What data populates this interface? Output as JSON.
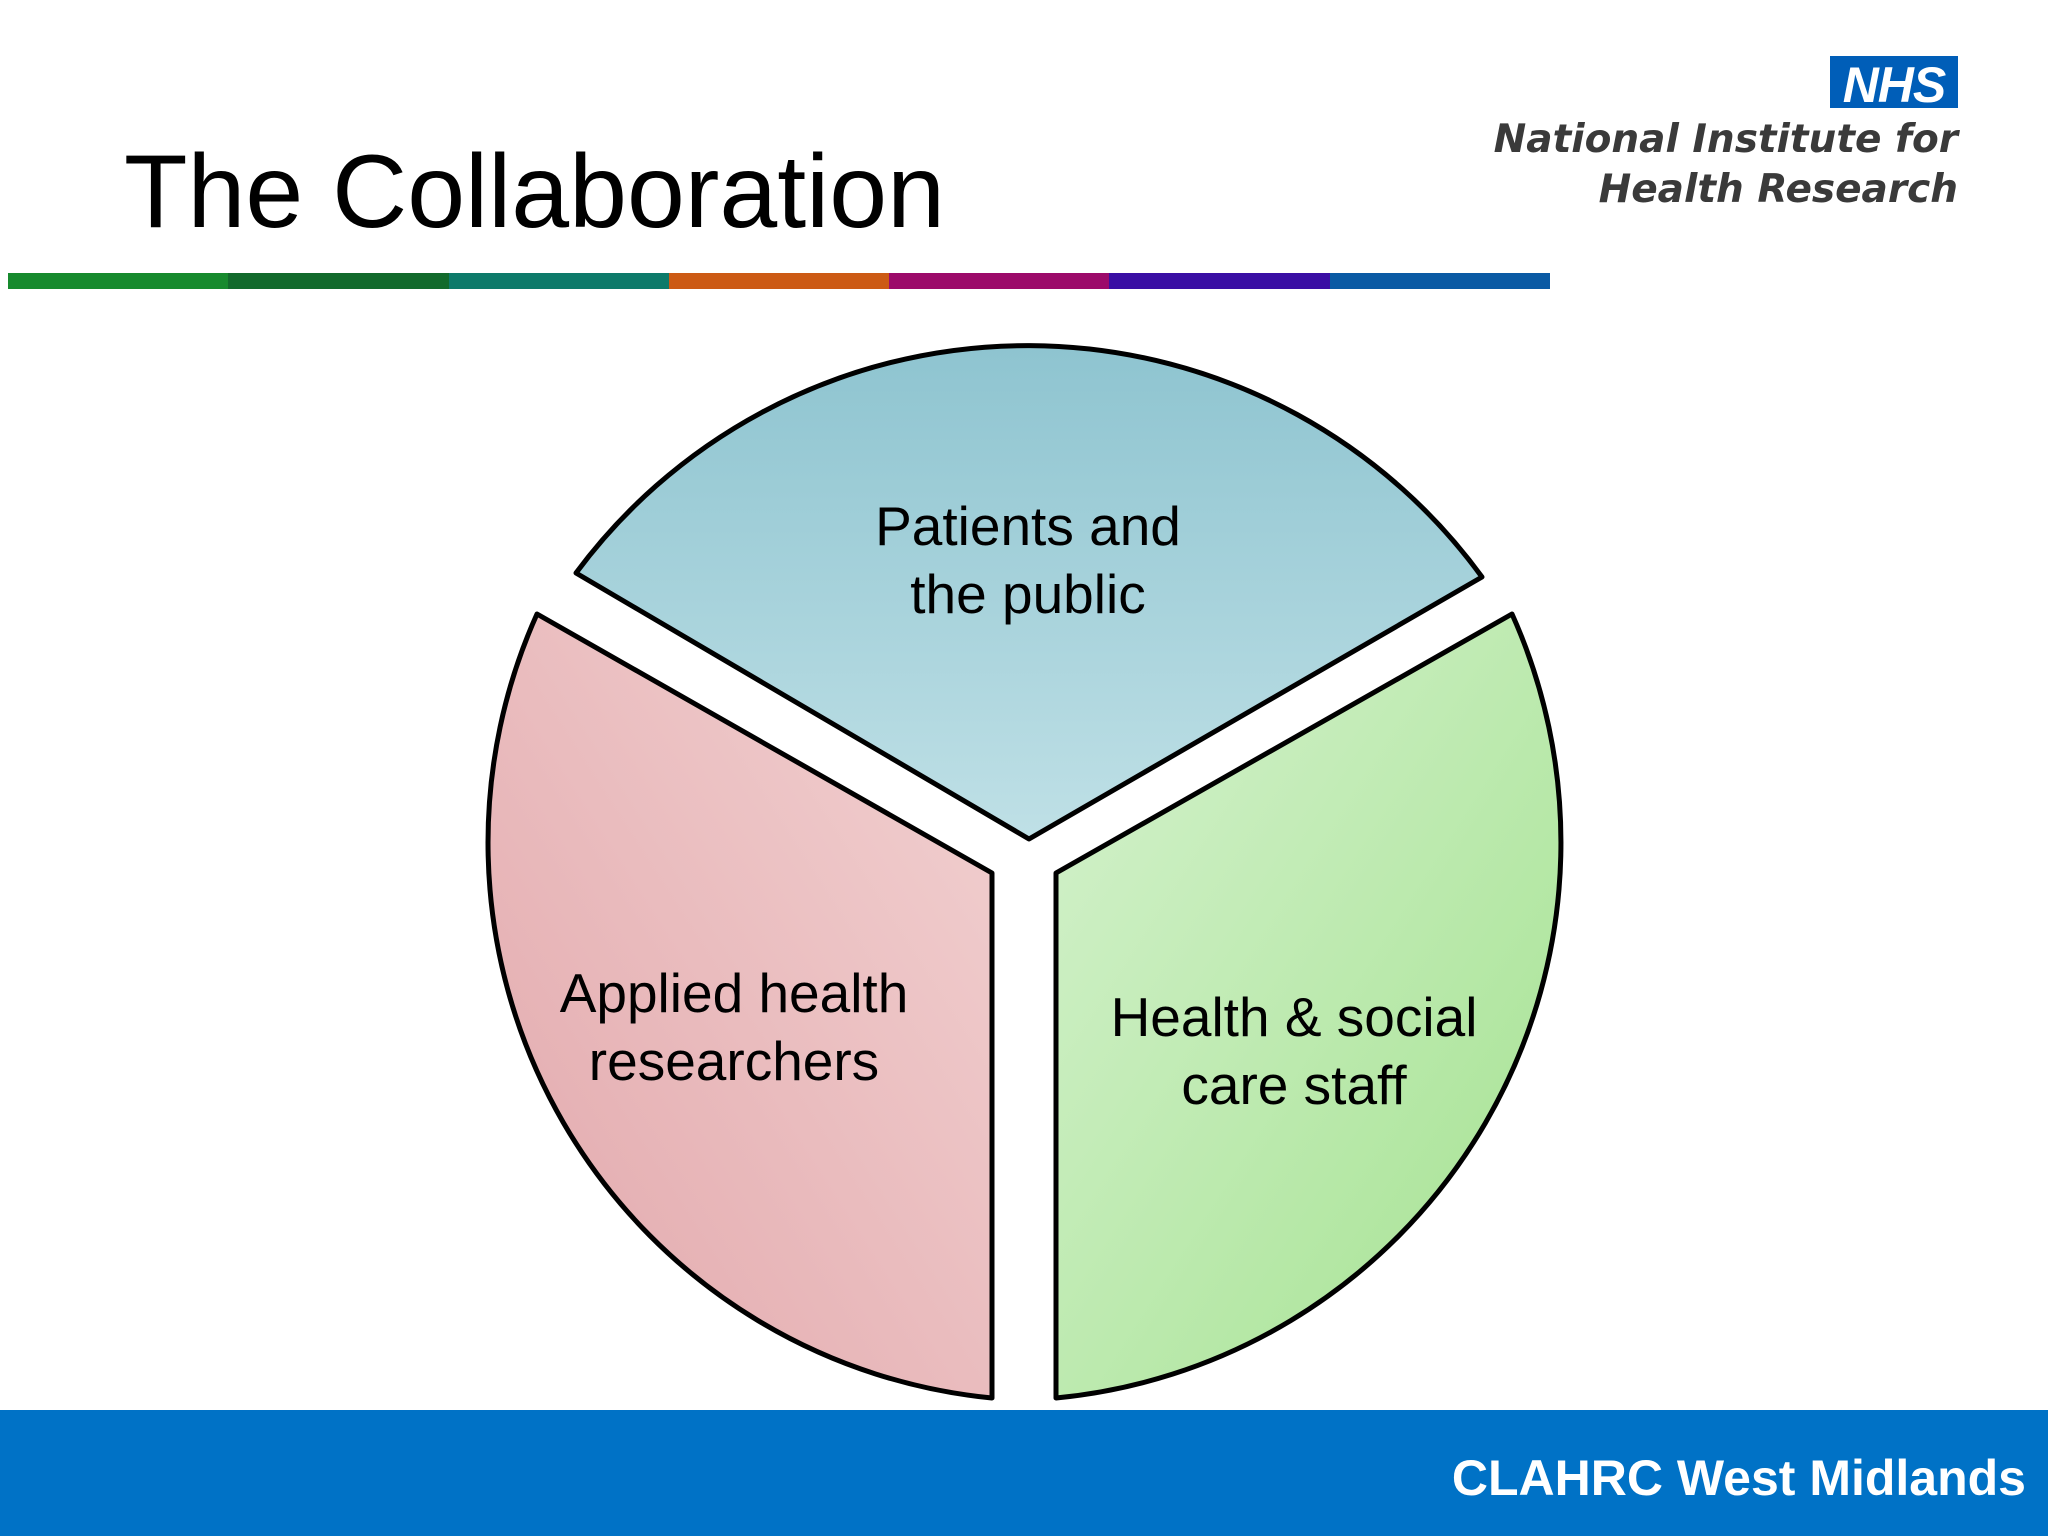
{
  "slide": {
    "title": "The Collaboration"
  },
  "logo": {
    "badge": "NHS",
    "line1": "National Institute for",
    "line2": "Health Research"
  },
  "color_bar": [
    "#178a2e",
    "#126a2c",
    "#0d7a6a",
    "#cc5a14",
    "#9c0a6a",
    "#3a0ea4",
    "#0a5aa4"
  ],
  "diagram": {
    "segments": [
      {
        "lines": [
          "Patients and",
          "the public"
        ],
        "color_light": "#bfe0e6",
        "color_dark": "#8ec4d0"
      },
      {
        "lines": [
          "Applied health",
          "researchers"
        ],
        "color_light": "#f2d2d2",
        "color_dark": "#e2a7ab"
      },
      {
        "lines": [
          "Health & social",
          "care staff"
        ],
        "color_light": "#d6f2cf",
        "color_dark": "#a4e290"
      }
    ]
  },
  "footer": {
    "text": "CLAHRC West Midlands"
  }
}
